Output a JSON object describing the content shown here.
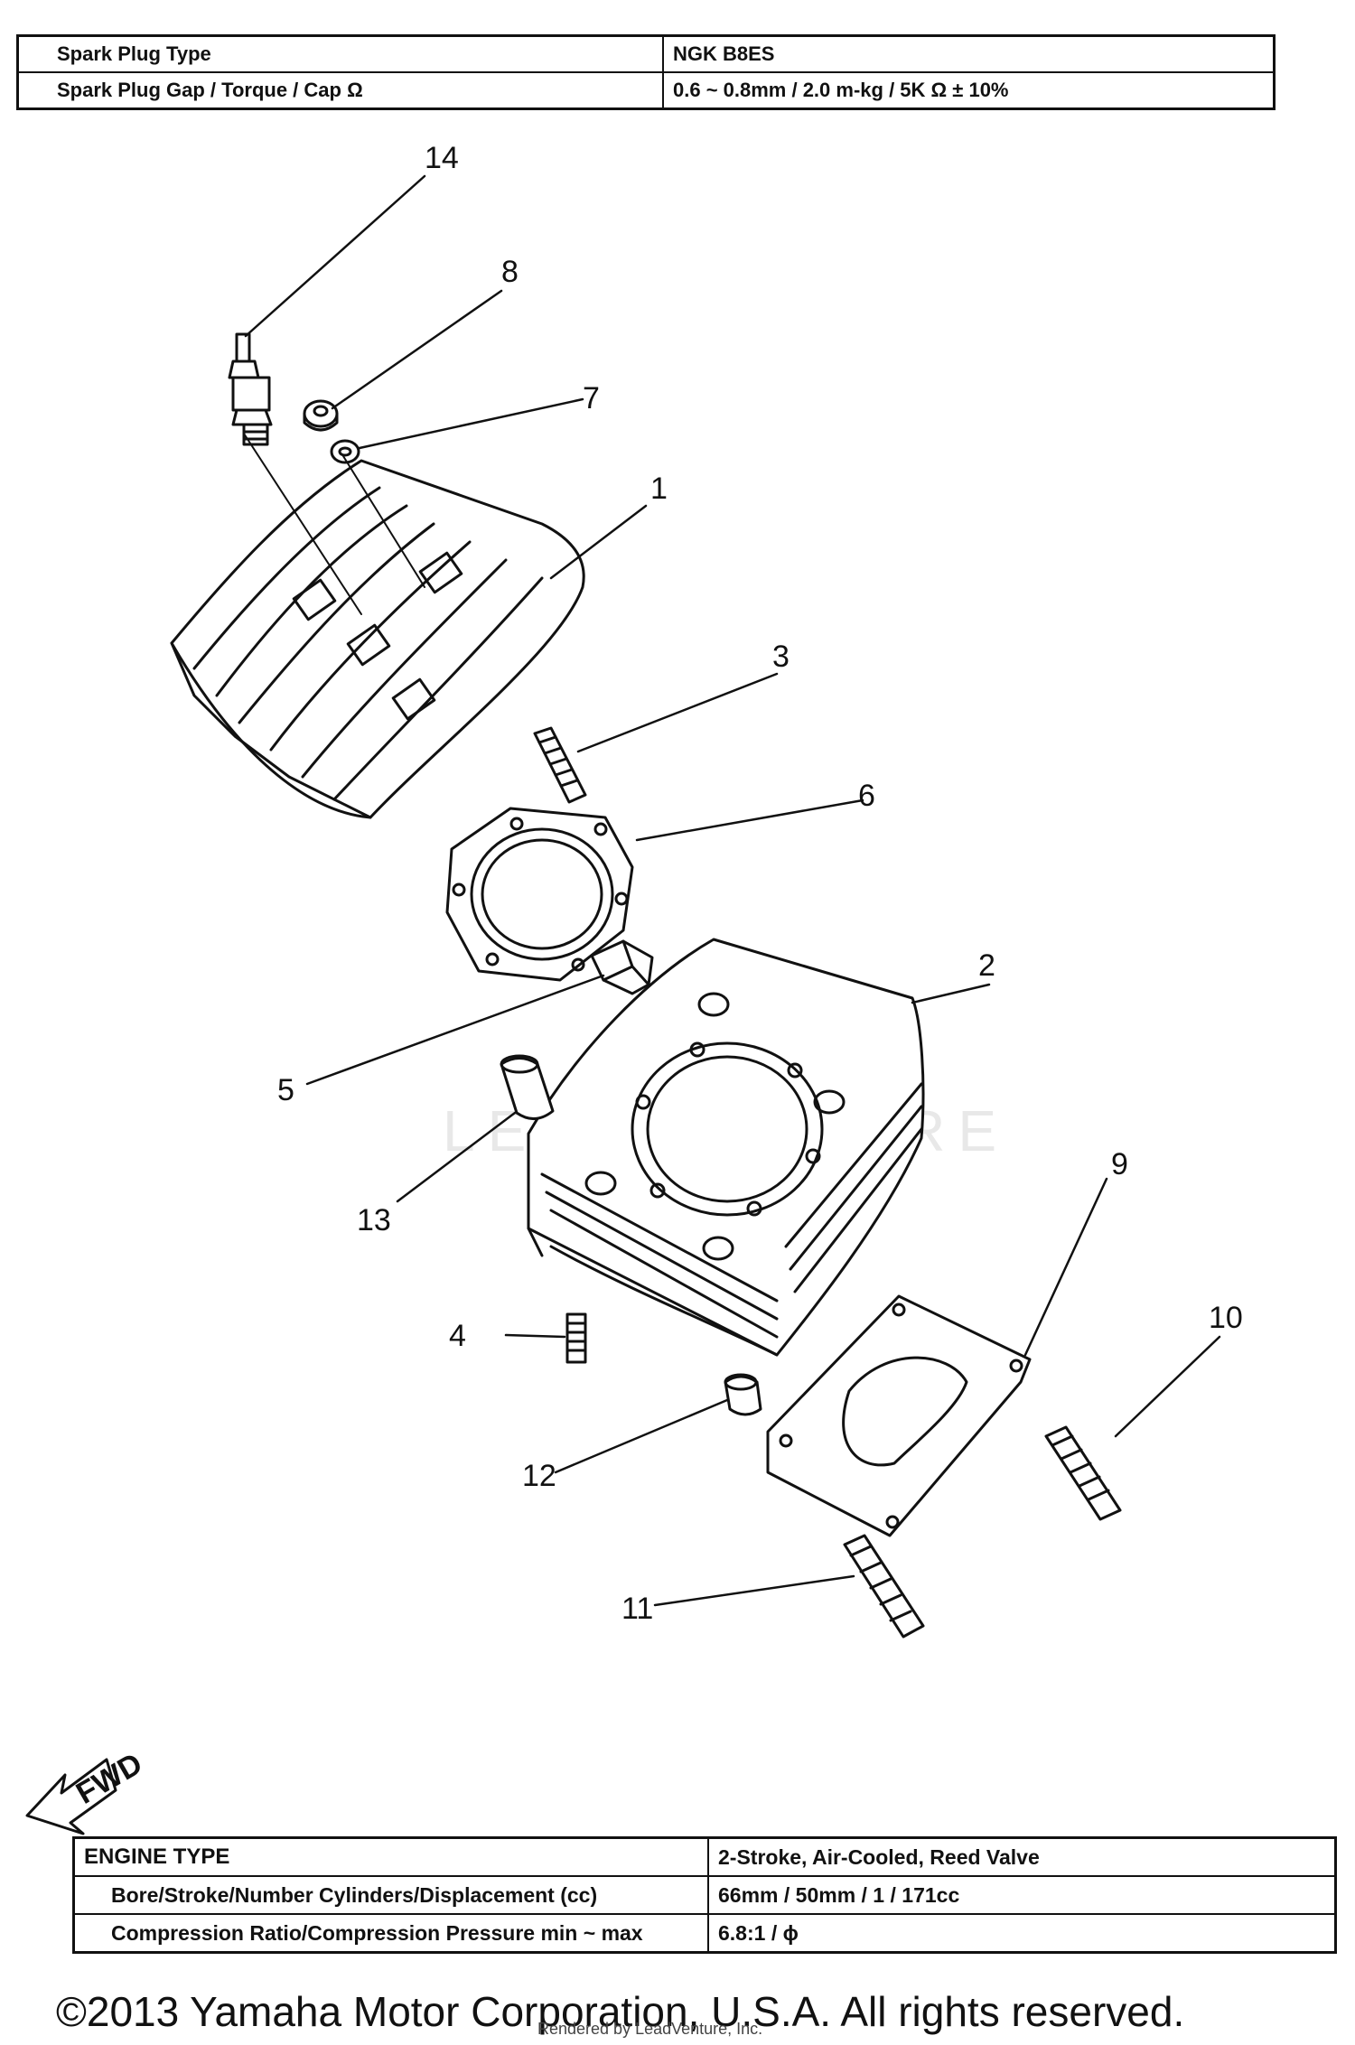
{
  "top_specs": {
    "rows": [
      {
        "label": "Spark Plug Type",
        "value": "NGK B8ES"
      },
      {
        "label": "Spark Plug Gap / Torque / Cap Ω",
        "value": "0.6 ~ 0.8mm / 2.0 m-kg / 5K Ω ± 10%"
      }
    ]
  },
  "callouts": {
    "c1": "1",
    "c2": "2",
    "c3": "3",
    "c4": "4",
    "c5": "5",
    "c6": "6",
    "c7": "7",
    "c8": "8",
    "c9": "9",
    "c10": "10",
    "c11": "11",
    "c12": "12",
    "c13": "13",
    "c14": "14"
  },
  "fwd_label": "FWD",
  "engine_specs": {
    "rows": [
      {
        "label": "ENGINE TYPE",
        "value": "2-Stroke, Air-Cooled, Reed Valve"
      },
      {
        "label": "Bore/Stroke/Number Cylinders/Displacement (cc)",
        "value": "66mm / 50mm / 1 / 171cc"
      },
      {
        "label": "Compression Ratio/Compression Pressure min ~ max",
        "value": "6.8:1 / ϕ"
      }
    ]
  },
  "watermark": "LEADVENTURE",
  "copyright": "©2013 Yamaha Motor Corporation, U.S.A. All rights reserved.",
  "rendered_by": "Rendered by LeadVenture, Inc."
}
